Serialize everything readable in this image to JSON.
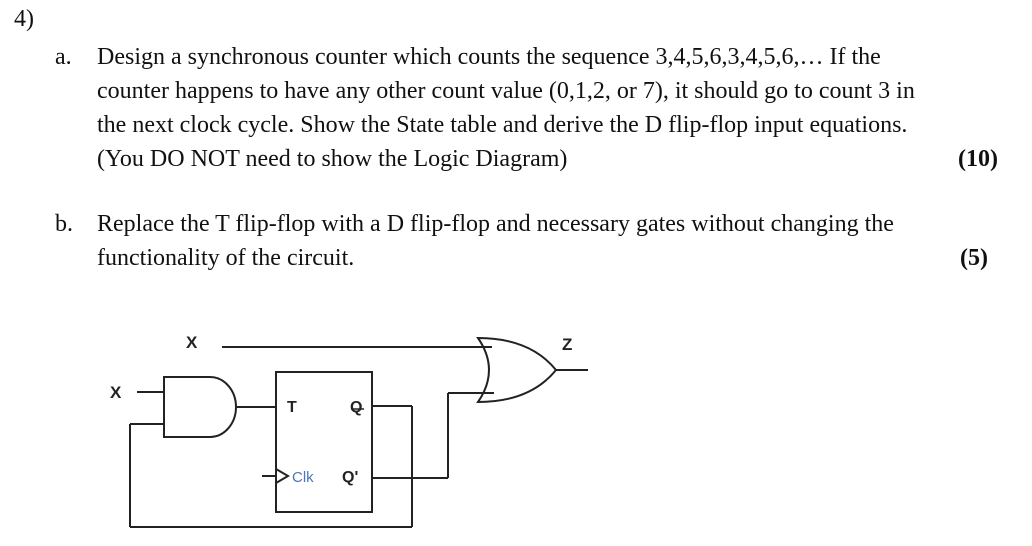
{
  "question": {
    "number": "4)",
    "part_a": {
      "letter": "a.",
      "lines": [
        "Design a synchronous counter which counts the sequence 3,4,5,6,3,4,5,6,… If the",
        "counter happens to have any other count value (0,1,2, or 7), it should go to count 3 in",
        "the next clock cycle. Show the State table and derive the D flip-flop input equations.",
        "(You DO NOT need to show the Logic Diagram)"
      ],
      "marks": "(10)"
    },
    "part_b": {
      "letter": "b.",
      "lines": [
        "Replace the T flip-flop with a D flip-flop and necessary gates without changing the",
        "functionality of the circuit."
      ],
      "marks": "(5)"
    }
  },
  "circuit": {
    "input_top_label": "X",
    "input_left_label": "X",
    "output_label": "Z",
    "flipflop": {
      "t_label": "T",
      "q_label": "Q",
      "clk_label": "Clk",
      "qbar_label": "Q'"
    }
  }
}
